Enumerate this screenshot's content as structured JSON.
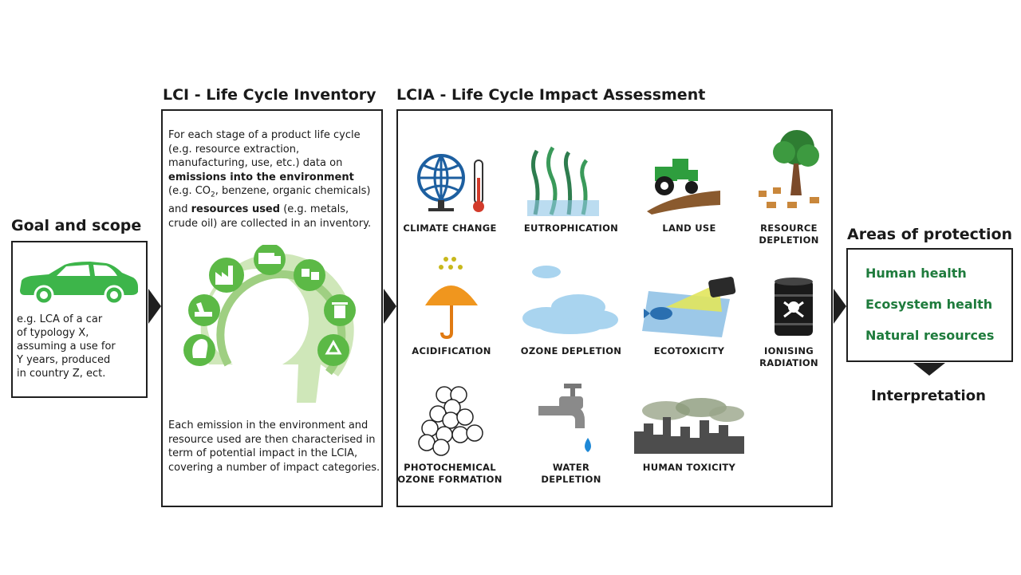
{
  "goal": {
    "title": "Goal and scope",
    "text_lines": [
      "e.g. LCA of a car",
      "of typology X,",
      "assuming a use for",
      "Y years, produced",
      "in country Z, ect."
    ]
  },
  "lci": {
    "title": "LCI - Life Cycle Inventory",
    "intro_1": "For each stage of a product life cycle (e.g. resource extraction, manufacturing, use, etc.) data on ",
    "intro_bold_1": "emissions into the environment",
    "intro_2": " (e.g. CO",
    "intro_sub": "2",
    "intro_3": ", benzene, organic chemicals) and ",
    "intro_bold_2": "resources used",
    "intro_4": " (e.g. metals, crude oil) are collected in an inventory.",
    "outro": "Each emission in the environment and resource used are then characterised in term of potential impact in the LCIA, covering a number of impact categories.",
    "cycle_icons": [
      "lightbulb-head-icon",
      "excavator-icon",
      "factory-icon",
      "truck-icon",
      "boxes-icon",
      "trash-icon",
      "recycle-icon"
    ]
  },
  "lcia": {
    "title": "LCIA - Life Cycle Impact Assessment",
    "categories": [
      {
        "label_1": "CLIMATE CHANGE",
        "label_2": ""
      },
      {
        "label_1": "EUTROPHICATION",
        "label_2": ""
      },
      {
        "label_1": "LAND USE",
        "label_2": ""
      },
      {
        "label_1": "RESOURCE",
        "label_2": "DEPLETION"
      },
      {
        "label_1": "ACIDIFICATION",
        "label_2": ""
      },
      {
        "label_1": "OZONE DEPLETION",
        "label_2": ""
      },
      {
        "label_1": "ECOTOXICITY",
        "label_2": ""
      },
      {
        "label_1": "IONISING",
        "label_2": "RADIATION"
      },
      {
        "label_1": "PHOTOCHEMICAL",
        "label_2": "OZONE FORMATION"
      },
      {
        "label_1": "WATER",
        "label_2": "DEPLETION"
      },
      {
        "label_1": "HUMAN TOXICITY",
        "label_2": ""
      }
    ]
  },
  "protection": {
    "title": "Areas of protection",
    "items": [
      "Human health",
      "Ecosystem health",
      "Natural resources"
    ]
  },
  "interpretation": "Interpretation",
  "colors": {
    "green": "#3db54a",
    "text_green": "#1e7b3c",
    "border": "#1f1f1f",
    "orange": "#f0961e"
  }
}
